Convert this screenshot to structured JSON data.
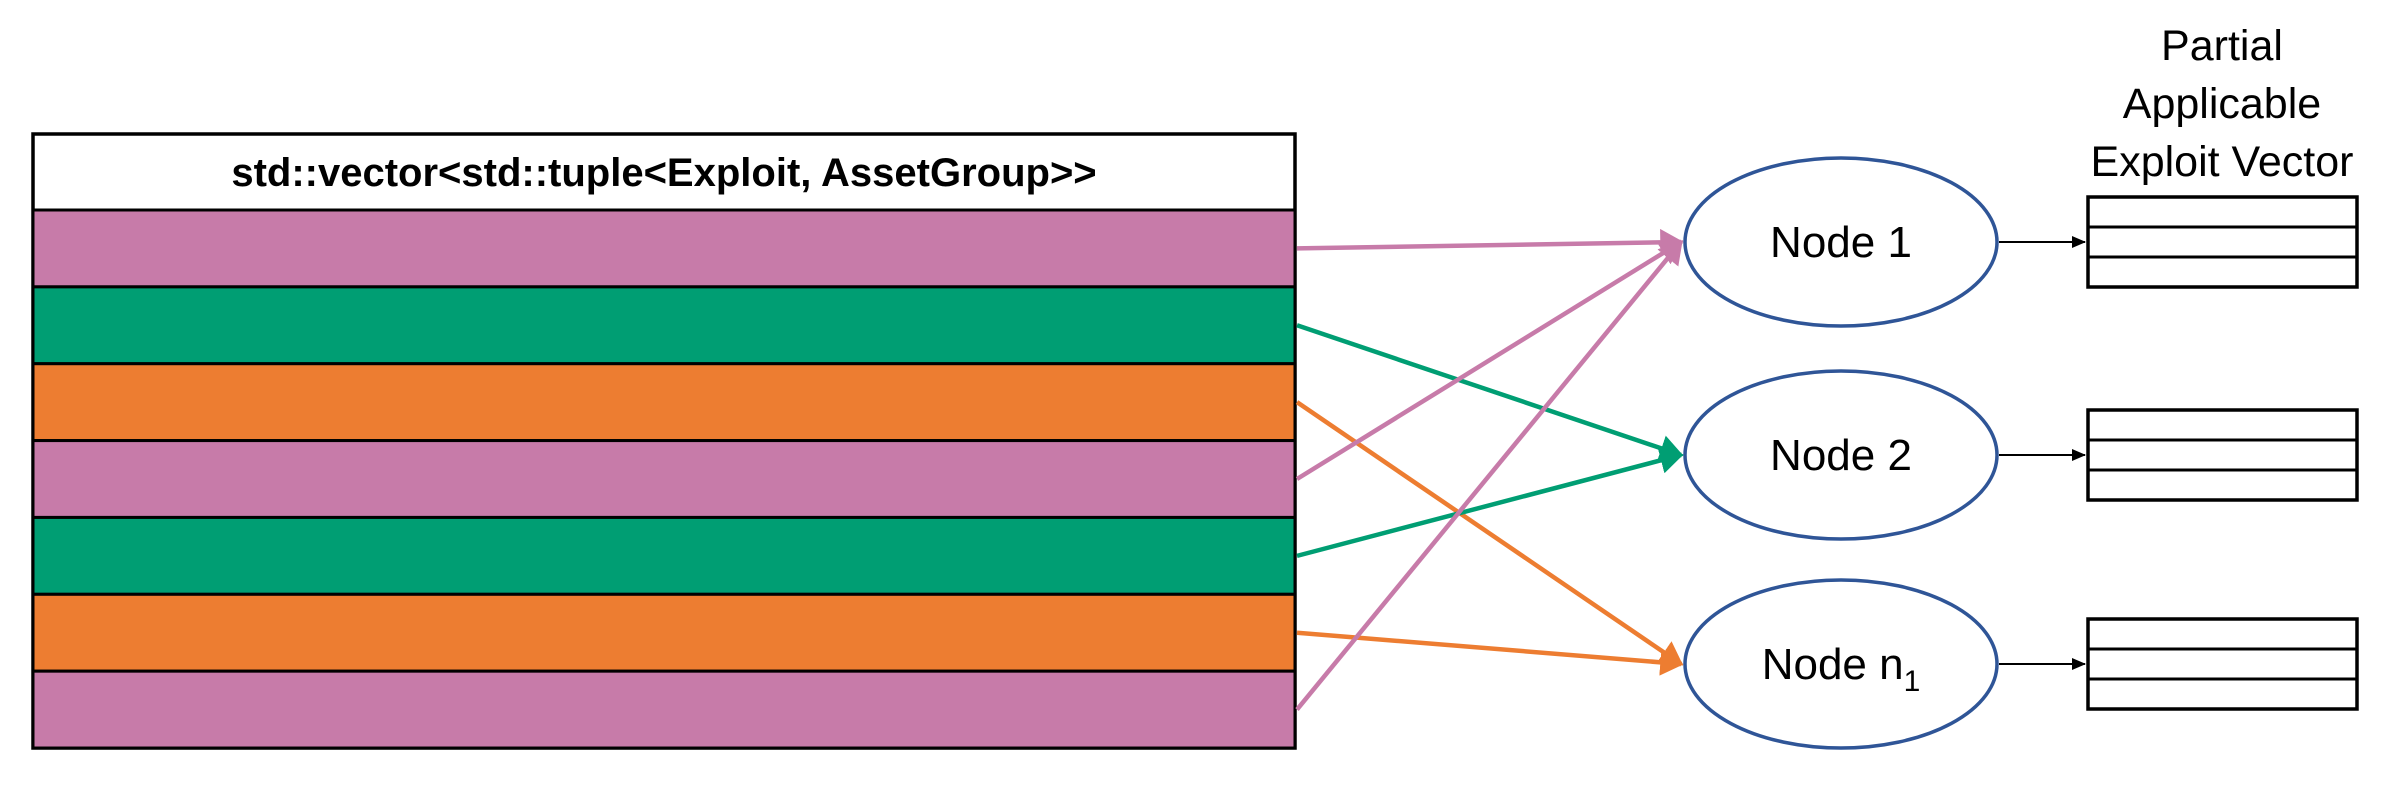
{
  "diagram": {
    "vector_table": {
      "header": "std::vector<std::tuple<Exploit, AssetGroup>>",
      "rows": [
        {
          "index": 0,
          "color": "pink"
        },
        {
          "index": 1,
          "color": "green"
        },
        {
          "index": 2,
          "color": "orange"
        },
        {
          "index": 3,
          "color": "pink"
        },
        {
          "index": 4,
          "color": "green"
        },
        {
          "index": 5,
          "color": "orange"
        },
        {
          "index": 6,
          "color": "pink"
        }
      ]
    },
    "nodes": [
      {
        "label": "Node 1",
        "label_sub": ""
      },
      {
        "label": "Node 2",
        "label_sub": ""
      },
      {
        "label": "Node n",
        "label_sub": "1"
      }
    ],
    "output_title": {
      "line1": "Partial",
      "line2": "Applicable",
      "line3": "Exploit Vector"
    },
    "partial_vector_row_count": 3,
    "mappings": [
      {
        "from_row": 1,
        "to_node_index": 0,
        "to_node": "Node 1",
        "color": "pink"
      },
      {
        "from_row": 2,
        "to_node_index": 1,
        "to_node": "Node 2",
        "color": "green"
      },
      {
        "from_row": 3,
        "to_node_index": 2,
        "to_node": "Node n1",
        "color": "orange"
      },
      {
        "from_row": 4,
        "to_node_index": 0,
        "to_node": "Node 1",
        "color": "pink"
      },
      {
        "from_row": 5,
        "to_node_index": 1,
        "to_node": "Node 2",
        "color": "green"
      },
      {
        "from_row": 6,
        "to_node_index": 2,
        "to_node": "Node n1",
        "color": "orange"
      },
      {
        "from_row": 7,
        "to_node_index": 0,
        "to_node": "Node 1",
        "color": "pink"
      }
    ],
    "colors": {
      "pink": "#C77BA9",
      "green": "#009E73",
      "orange": "#ED7D31",
      "node_stroke": "#2F5597",
      "border": "#000000"
    }
  }
}
